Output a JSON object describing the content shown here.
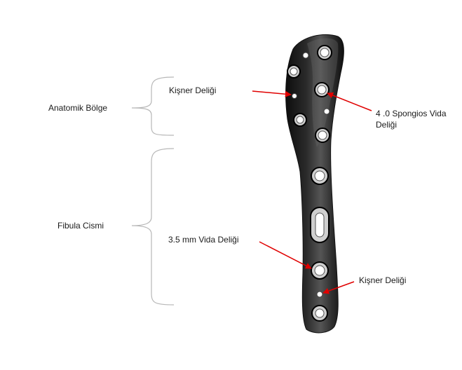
{
  "sections": {
    "anatomic": "Anatomik Bölge",
    "shaft": "Fibula Cismi"
  },
  "callouts": {
    "kirschner_upper": "Kişner Deliği",
    "spongios_line1": "4 .0 Spongios Vida",
    "spongios_line2": "Deliği",
    "cortical": "3.5 mm Vida Deliği",
    "kirschner_lower": "Kişner Deliği"
  },
  "colors": {
    "arrow": "#e00000",
    "bracket": "#b8b8b8",
    "plate": "#1b1b1b"
  }
}
